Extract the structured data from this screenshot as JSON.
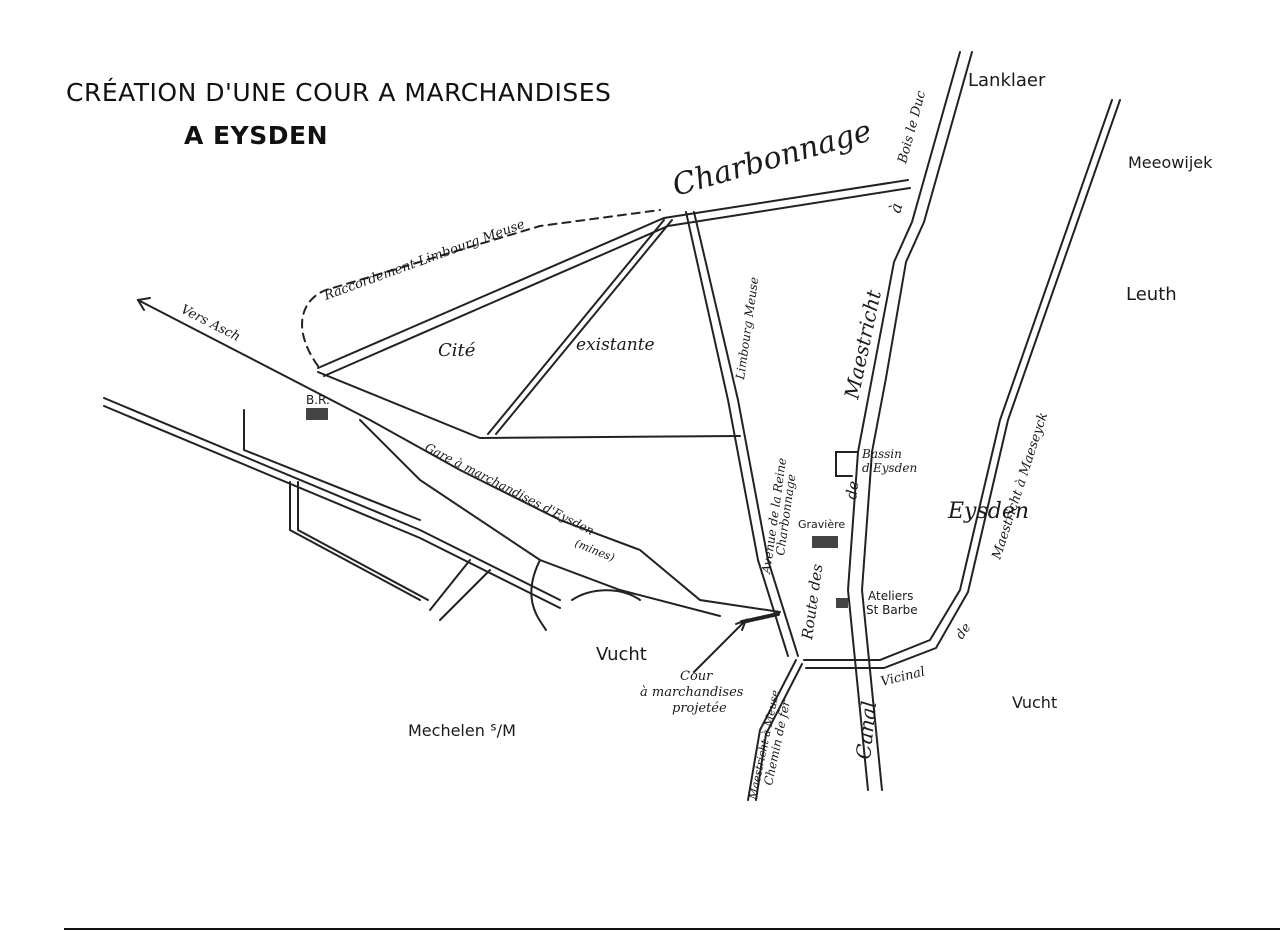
{
  "title": {
    "line1": "CRÉATION D'UNE COUR A MARCHANDISES",
    "line2": "A EYSDEN"
  },
  "labels": {
    "lanklaer": "Lanklaer",
    "meeowijek": "Meeowijek",
    "leuth": "Leuth",
    "eysden": "Eysden",
    "vucht_right": "Vucht",
    "vucht_left": "Vucht",
    "mechelen": "Mechelen ᔆ/M",
    "charbonnage": "Charbonnage",
    "bois_le_duc": "Bois le Duc",
    "maestricht_a": "à",
    "maestricht": "Maestricht",
    "raccordement": "Raccordement Limbourg Meuse",
    "vers_asch": "Vers Asch",
    "br": "B.R.",
    "cite": "Cité",
    "existante": "existante",
    "limbourg_meuse": "Limbourg Meuse",
    "avenue_reine": "Avenue de la Reine",
    "charbonnage_route": "Charbonnage",
    "route_des": "Route des",
    "de": "de",
    "gare": "Gare à marchandises d'Eysden",
    "mines": "(mines)",
    "bassin": "Bassin",
    "bassin2": "d'Eysden",
    "graviere": "Gravière",
    "ateliers": "Ateliers",
    "ateliers2": "St Barbe",
    "cour1": "Cour",
    "cour2": "à marchandises",
    "cour3": "projetée",
    "canal": "Canal",
    "vicinal": "Vicinal",
    "de2": "de",
    "maastricht_maeseyck": "Maestricht à Maeseyck",
    "chemin_fer": "Chemin de fer",
    "maestricht_meuse": "Maestricht à Meuse"
  }
}
